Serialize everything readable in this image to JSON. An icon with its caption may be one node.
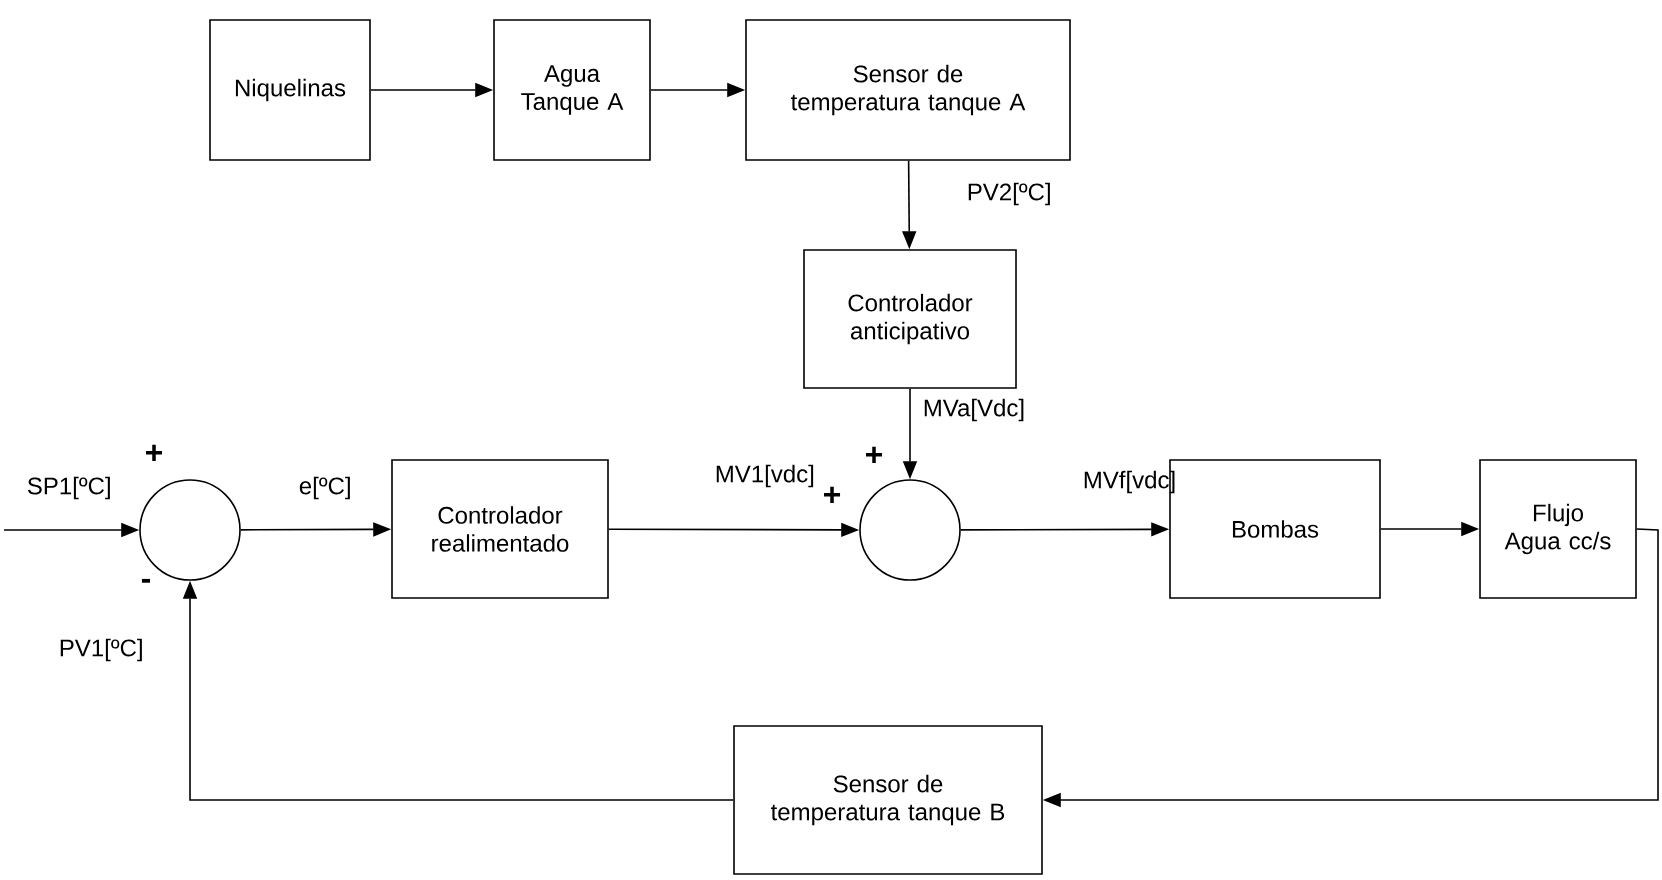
{
  "diagram": {
    "nodes": [
      {
        "text": [
          "Niquelinas"
        ]
      },
      {
        "text": [
          "Agua Tanque A"
        ]
      },
      {
        "text": [
          "Sensor de temperatura tanque A"
        ]
      },
      {
        "text": [
          "Controlador anticipativo"
        ]
      },
      {
        "text": [],
        "shape": "circle"
      },
      {
        "text": [
          "Controlador realimentado"
        ]
      },
      {
        "text": [],
        "shape": "circle"
      },
      {
        "text": [
          "Bombas"
        ]
      },
      {
        "text": [
          "Flujo Agua cc/s"
        ]
      },
      {
        "text": [
          "Sensor de temperatura tanque B"
        ]
      }
    ],
    "edges": [
      {
        "from": 0,
        "to": 1,
        "arrow": "to"
      },
      {
        "from": 1,
        "to": 2,
        "arrow": "to"
      },
      {
        "from": 2,
        "to": 3,
        "arrow": "to",
        "label": "PV2[ºC]"
      },
      {
        "from": 3,
        "to": 6,
        "arrow": "to",
        "label": "MVa[Vdc]"
      },
      {
        "from": null,
        "to": 4,
        "arrow": "to",
        "label": "SP1[ºC]"
      },
      {
        "from": 4,
        "to": 5,
        "arrow": "to",
        "label": "e[ºC]"
      },
      {
        "from": 5,
        "to": 6,
        "arrow": "to",
        "label": "MV1[vdc]"
      },
      {
        "from": 6,
        "to": 7,
        "arrow": "to",
        "label": "MVf[vdc]"
      },
      {
        "from": 7,
        "to": 8,
        "arrow": "to"
      },
      {
        "from": 8,
        "to": 9,
        "arrow": "to"
      },
      {
        "from": 9,
        "to": 4,
        "arrow": "to",
        "label": "PV1[ºC]"
      }
    ],
    "labels": [
      "+",
      "+",
      "+",
      "-"
    ]
  }
}
